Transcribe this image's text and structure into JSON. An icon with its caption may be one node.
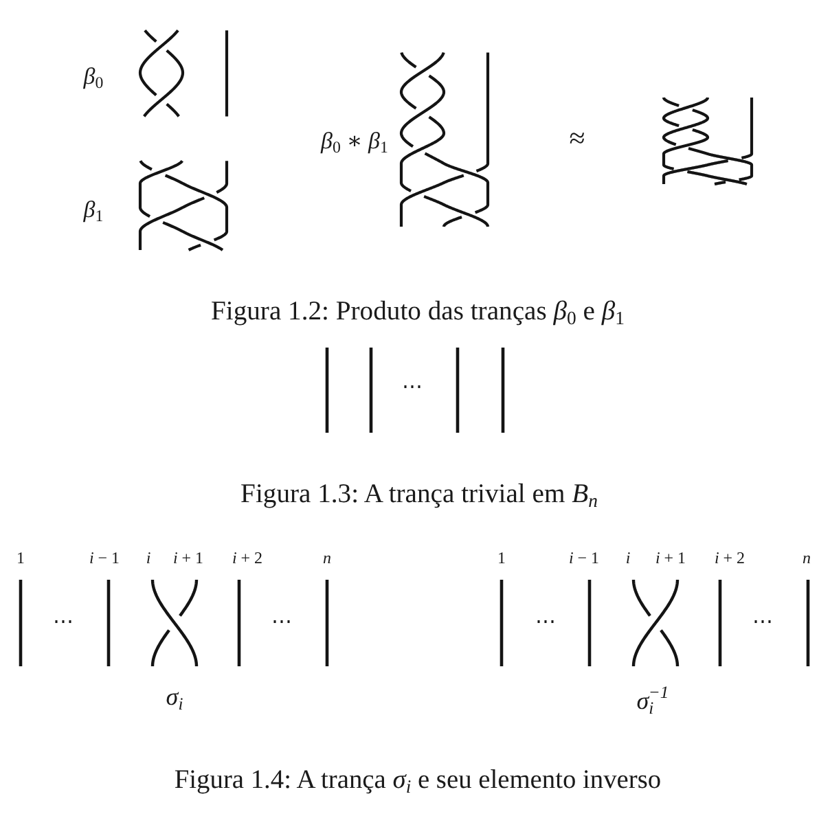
{
  "diagram": {
    "labels": [
      "*β*$_{0}$",
      "*β*$_{0}$ ∗ *β*$_{1}$",
      "≈",
      "*β*$_{1}$",
      "Figura 1.2: Produto das tranças *β*$_{0}$ e *β*$_{1}$",
      "⋯",
      "Figura 1.3: A trança trivial em *B*$_{n}$",
      "1",
      "*i* − 1",
      "i",
      "*i* + 1",
      "*i* + 2",
      "n",
      "1",
      "*i* − 1",
      "i",
      "*i* + 1",
      "*i* + 2",
      "n",
      "⋯",
      "⋯",
      "⋯",
      "⋯",
      "*σ*$_{i}$",
      "*σ*$_{i}$$^{−1}$",
      "Figura 1.4: A trança *σ*$_{i}$ e seu elemento inverso"
    ]
  }
}
